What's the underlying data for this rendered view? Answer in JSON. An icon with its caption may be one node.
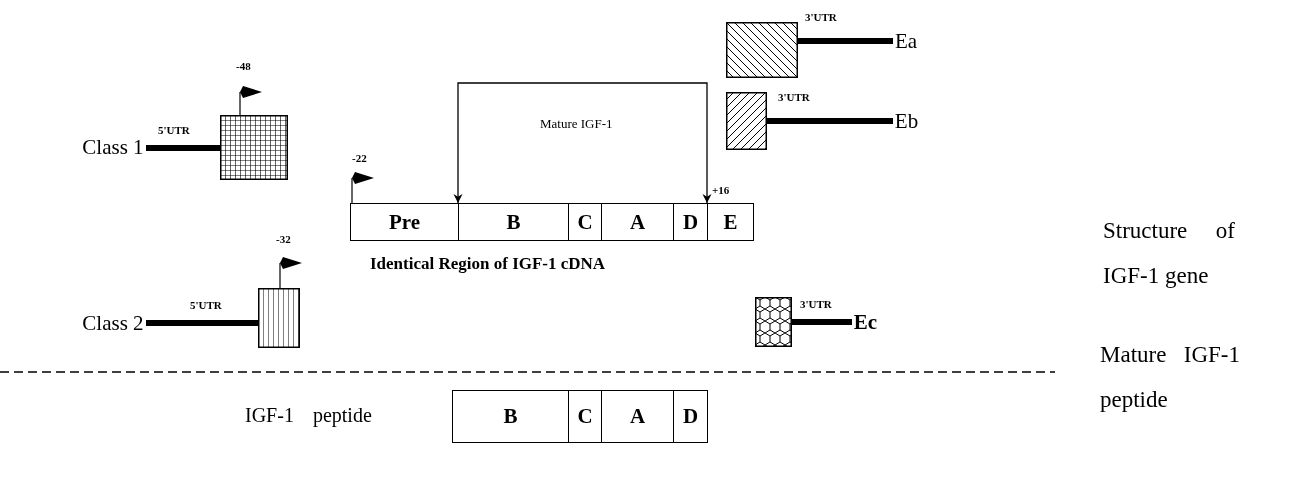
{
  "diagram": {
    "nodes": [
      {
        "text": [
          "Pre"
        ]
      },
      {
        "text": [
          "B"
        ]
      },
      {
        "text": [
          "C"
        ]
      },
      {
        "text": [
          "A"
        ]
      },
      {
        "text": [
          "D"
        ]
      },
      {
        "text": [
          "E"
        ]
      },
      {
        "text": [],
        "shape": "box"
      },
      {
        "text": [],
        "shape": "box"
      },
      {
        "text": [],
        "shape": "box"
      },
      {
        "text": [],
        "shape": "box"
      },
      {
        "text": [],
        "shape": "box"
      },
      {
        "text": [
          "B"
        ]
      },
      {
        "text": [
          "C"
        ]
      },
      {
        "text": [
          "A"
        ]
      },
      {
        "text": [
          "D"
        ]
      },
      {
        "text": [
          "Class 1"
        ]
      },
      {
        "text": [
          "Class 2"
        ]
      },
      {
        "text": [
          "Ea"
        ]
      },
      {
        "text": [
          "Eb"
        ]
      },
      {
        "text": [
          "Ec"
        ]
      }
    ],
    "edges": [
      {
        "from": 1,
        "to": 5,
        "arrow": "both",
        "label": "Mature IGF-1"
      },
      {
        "from": 15,
        "to": 6,
        "arrow": "none",
        "label": "5'UTR"
      },
      {
        "from": 8,
        "to": 17,
        "arrow": "none",
        "label": "3'UTR"
      },
      {
        "from": 9,
        "to": 18,
        "arrow": "none",
        "label": "3'UTR"
      },
      {
        "from": 16,
        "to": 7,
        "arrow": "none",
        "label": "5'UTR"
      },
      {
        "from": 10,
        "to": 19,
        "arrow": "none",
        "label": "3'UTR"
      }
    ],
    "labels": [
      "-48",
      "-22",
      "+16",
      "-32",
      "Identical Region of IGF-1 cDNA",
      "Structure of IGF-1 gene",
      "Mature IGF-1 peptide",
      "IGF-1 peptide"
    ]
  }
}
